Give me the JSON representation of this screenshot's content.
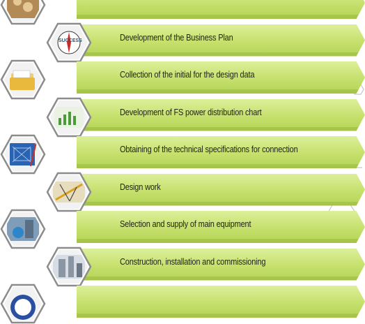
{
  "steps": [
    {
      "label": "",
      "icon": "photo-icon"
    },
    {
      "label": "Development of the Business Plan",
      "icon": "compass-success-icon"
    },
    {
      "label": "Collection of the initial for the design data",
      "icon": "folder-icon"
    },
    {
      "label": "Development of FS power distribution chart",
      "icon": "bar-chart-icon"
    },
    {
      "label": "Obtaining of the technical specifications for connection",
      "icon": "blueprint-icon"
    },
    {
      "label": "Design work",
      "icon": "drafting-tools-icon"
    },
    {
      "label": "Selection and supply of main equipment",
      "icon": "equipment-icon"
    },
    {
      "label": "Construction, installation and commissioning",
      "icon": "plant-icon"
    },
    {
      "label": "",
      "icon": "emblem-icon"
    }
  ],
  "colors": {
    "banner_light": "#dcef9a",
    "banner_dark": "#b3d355",
    "hex_border": "#8c8c8c",
    "text": "#1f2410"
  }
}
